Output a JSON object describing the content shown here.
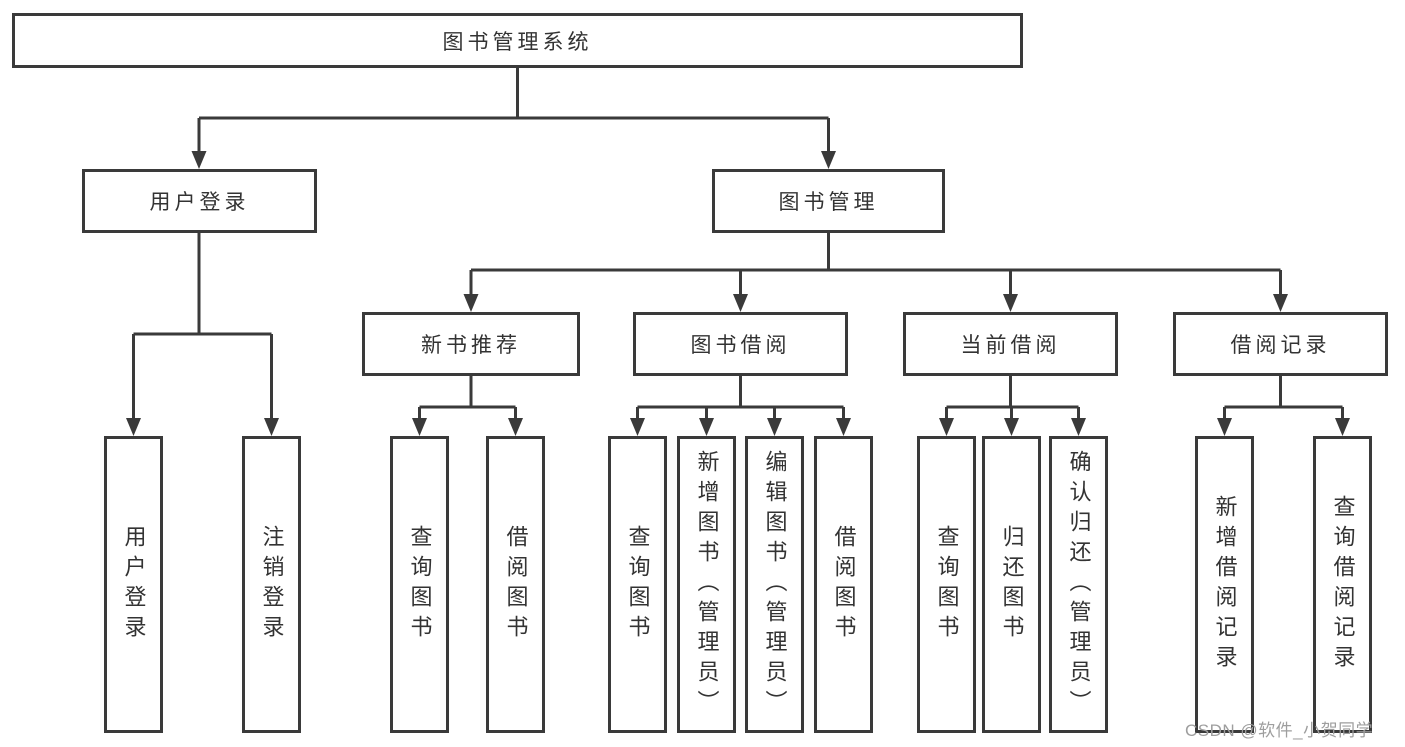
{
  "diagram": {
    "root_label": "图书管理系统",
    "branches": {
      "user_login": {
        "label": "用户登录",
        "children": [
          "用户登录",
          "注销登录"
        ]
      },
      "book_mgmt": {
        "label": "图书管理",
        "sections": {
          "new_book_rec": {
            "label": "新书推荐",
            "children": [
              "查询图书",
              "借阅图书"
            ]
          },
          "book_borrow": {
            "label": "图书借阅",
            "children": [
              "查询图书",
              "新增图书（管理员）",
              "编辑图书（管理员）",
              "借阅图书"
            ]
          },
          "current_borrow": {
            "label": "当前借阅",
            "children": [
              "查询图书",
              "归还图书",
              "确认归还（管理员）"
            ]
          },
          "borrow_record": {
            "label": "借阅记录",
            "children": [
              "新增借阅记录",
              "查询借阅记录"
            ]
          }
        }
      }
    },
    "watermark": "CSDN @软件_小贺同学",
    "colors": {
      "line": "#3a3a3a",
      "text": "#333333",
      "watermark": "#9e9e9e",
      "background": "#ffffff"
    }
  }
}
